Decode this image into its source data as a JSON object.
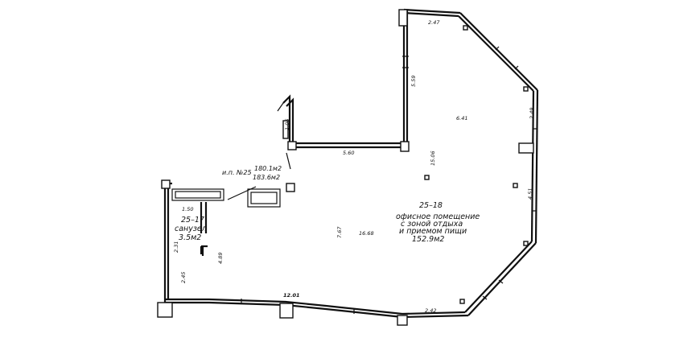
{
  "floor_plan": {
    "unit_label": "и.п. №25",
    "unit_area_1": "180.1м2",
    "unit_area_2": "183.6м2",
    "rooms": {
      "sanuzel": {
        "number": "25–17",
        "name": "санузел",
        "area": "3.5м2"
      },
      "office": {
        "number": "25–18",
        "name_line1": "офисное помещение",
        "name_line2": "с зоной отдыха",
        "name_line3": "и приемом пищи",
        "area": "152.9м2"
      }
    },
    "dimensions": {
      "top_edge": "2.47",
      "upper_left_wall": "5.59",
      "diag_upper_right": "6.41",
      "right_upper": "2.49",
      "center_vertical": "15.06",
      "mid_horizontal": "5.60",
      "right_lower": "4.51",
      "bottom_right": "2.42",
      "bottom_edge": "12.01",
      "san_top": "1.50",
      "san_side": "2.31",
      "left_lower": "2.45",
      "inner_left": "4.89",
      "center_a": "7.67",
      "center_b": "16.68",
      "notch": "1.06"
    }
  }
}
